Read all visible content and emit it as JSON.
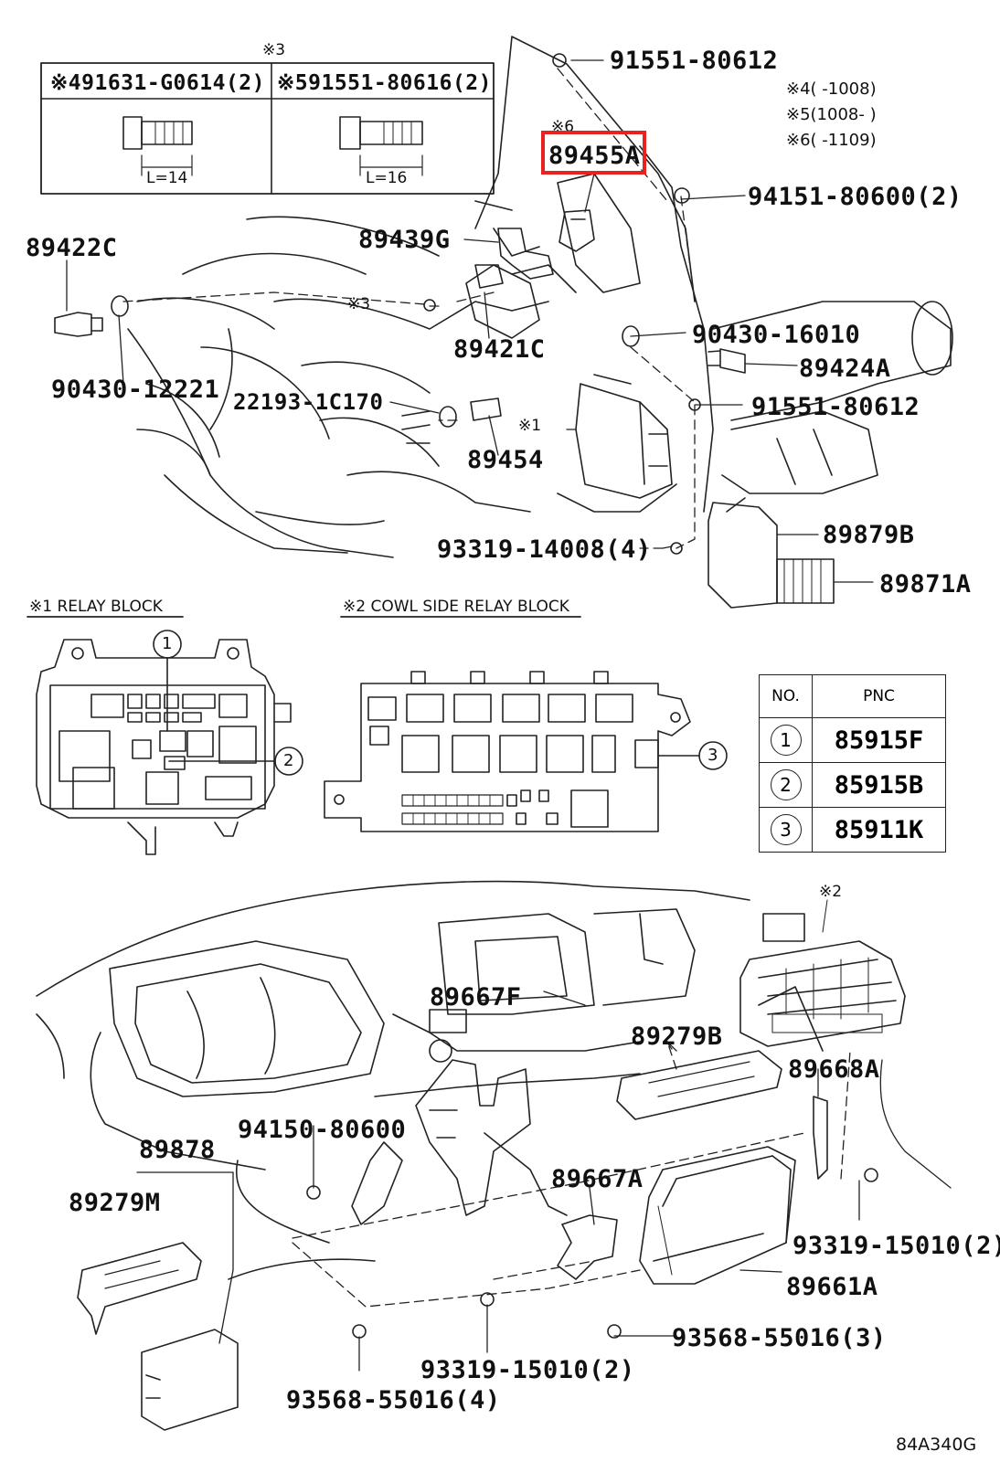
{
  "diagram_code": "84A340G",
  "bolt_table": {
    "header_mark": "※3",
    "col1_title": "※491631-G0614(2)",
    "col2_title": "※591551-80616(2)",
    "col1_len": "L=14",
    "col2_len": "L=16"
  },
  "notes": {
    "n4": "※4(    -1008)",
    "n5": "※5(1008-     )",
    "n6": "※6(    -1109)"
  },
  "parts": {
    "p91551_top": "91551-80612",
    "mark_p89455A": "※6",
    "p89455A": "89455A",
    "p94151": "94151-80600(2)",
    "p89422C": "89422C",
    "p89439G": "89439G",
    "mark_bolt3": "※3",
    "p89421C": "89421C",
    "p90430_16010": "90430-16010",
    "p89424A": "89424A",
    "p90430_12221": "90430-12221",
    "p22193": "22193-1C170",
    "p91551_mid": "91551-80612",
    "mark_relay1": "※1",
    "p89454": "89454",
    "p89879B": "89879B",
    "p93319_14008": "93319-14008(4)",
    "p89871A": "89871A",
    "mark_cowl2": "※2",
    "p89667F": "89667F",
    "p89279B": "89279B",
    "p89668A": "89668A",
    "p94150": "94150-80600",
    "p89878": "89878",
    "p89667A": "89667A",
    "p89279M": "89279M",
    "p93319_15010_r": "93319-15010(2)",
    "p89661A": "89661A",
    "p93568_3": "93568-55016(3)",
    "p93319_15010_b": "93319-15010(2)",
    "p93568_4": "93568-55016(4)"
  },
  "relay_titles": {
    "relay1": "※1 RELAY BLOCK",
    "relay2": "※2 COWL SIDE RELAY BLOCK"
  },
  "callouts": {
    "c1": "1",
    "c2": "2",
    "c3": "3"
  },
  "pnc_table": {
    "header_no": "NO.",
    "header_pnc": "PNC",
    "rows": [
      {
        "no": "1",
        "pnc": "85915F"
      },
      {
        "no": "2",
        "pnc": "85915B"
      },
      {
        "no": "3",
        "pnc": "85911K"
      }
    ]
  },
  "highlight_color": "#e8231f"
}
